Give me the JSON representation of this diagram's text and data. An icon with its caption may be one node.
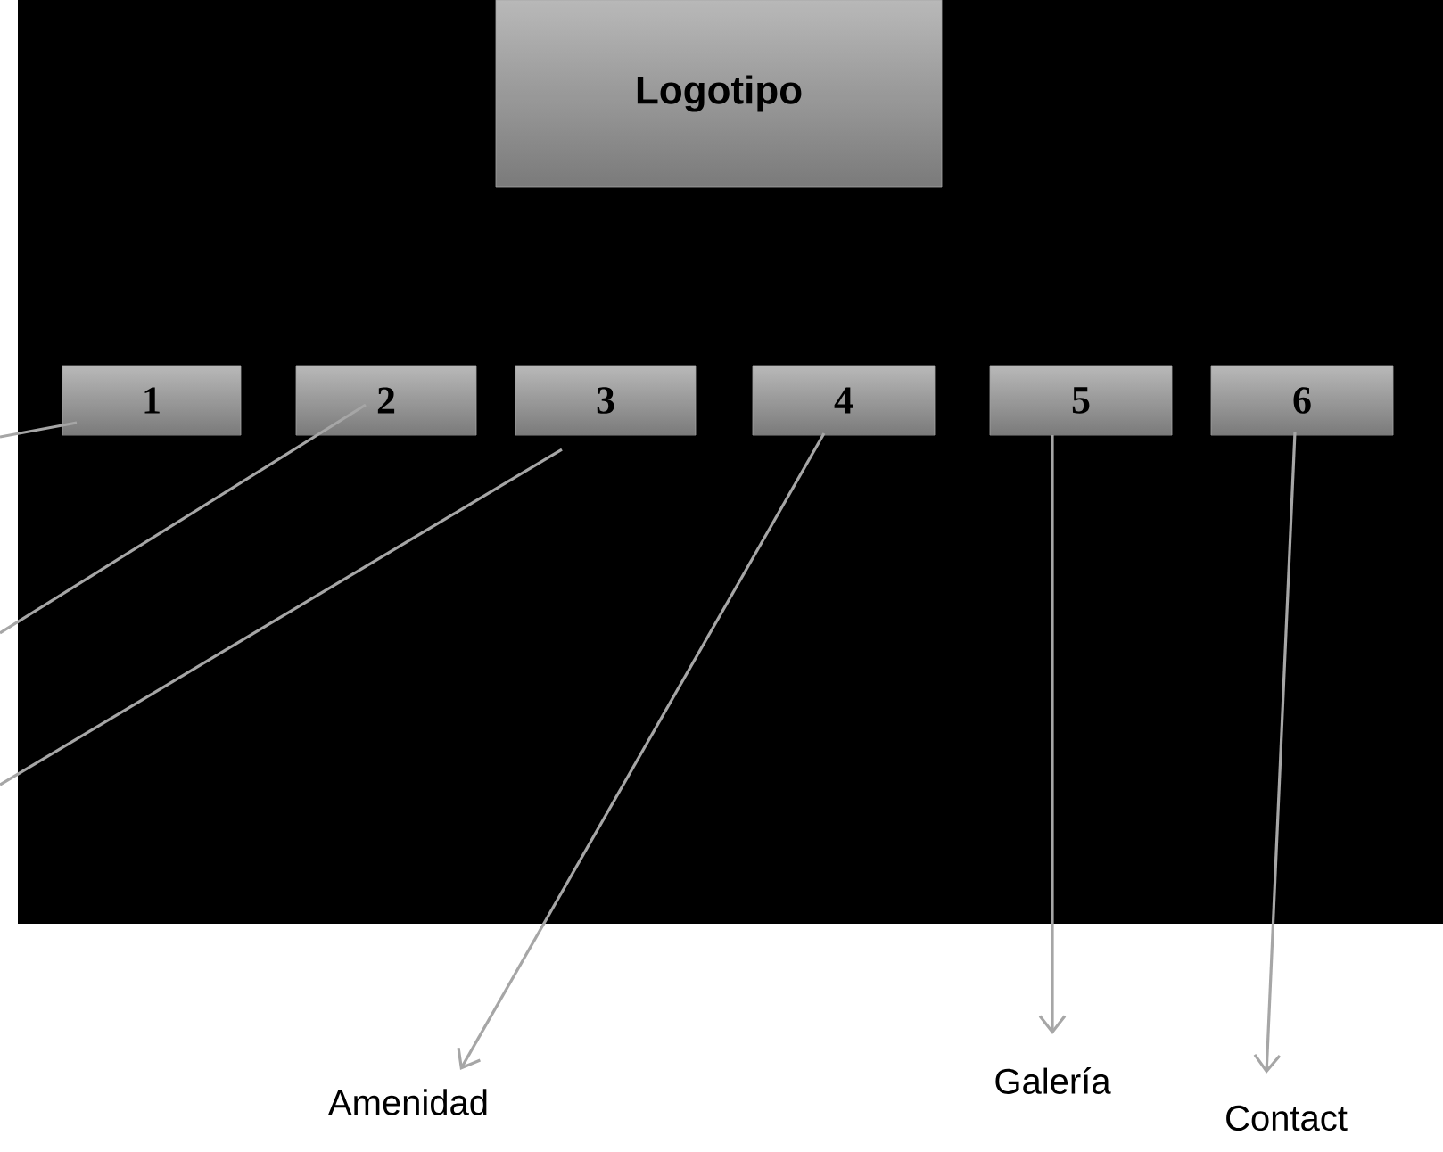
{
  "diagram": {
    "nodes": [
      {
        "text": [
          "Logotipo"
        ]
      },
      {
        "text": [
          "1"
        ]
      },
      {
        "text": [
          "2"
        ]
      },
      {
        "text": [
          "3"
        ]
      },
      {
        "text": [
          "4"
        ]
      },
      {
        "text": [
          "5"
        ]
      },
      {
        "text": [
          "6"
        ]
      },
      {
        "text": [
          "Amenidad"
        ]
      },
      {
        "text": [
          "Galería"
        ]
      },
      {
        "text": [
          "Contact"
        ]
      }
    ],
    "edges": [
      {
        "from": 1,
        "to": null,
        "arrow": "none"
      },
      {
        "from": 2,
        "to": null,
        "arrow": "none"
      },
      {
        "from": 3,
        "to": null,
        "arrow": "none"
      },
      {
        "from": 4,
        "to": 7,
        "arrow": "to"
      },
      {
        "from": 5,
        "to": 8,
        "arrow": "to"
      },
      {
        "from": 6,
        "to": 9,
        "arrow": "to"
      }
    ]
  }
}
